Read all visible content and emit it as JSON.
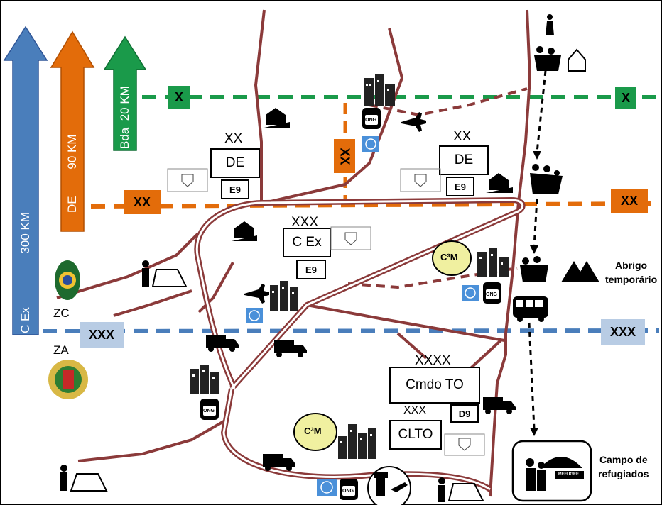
{
  "ranges": {
    "cex": {
      "label": "C Ex",
      "distance": "300 KM",
      "color": "#4a7ebb"
    },
    "de": {
      "label": "DE",
      "distance": "90 KM",
      "color": "#e36c0a"
    },
    "bda": {
      "label": "Bda",
      "distance": "20 KM",
      "color": "#1a9a4a"
    }
  },
  "boundaries": {
    "bda_tag": "X",
    "de_tag": "XX",
    "cex_tag": "XXX",
    "zc": "ZC",
    "za": "ZA"
  },
  "units": {
    "de_left": {
      "echelon": "XX",
      "name": "DE",
      "support": "E9"
    },
    "de_right": {
      "echelon": "XX",
      "name": "DE",
      "support": "E9"
    },
    "cex": {
      "echelon": "XXX",
      "name": "C Ex",
      "support": "E9"
    },
    "cmdo_to": {
      "echelon": "XXXX",
      "name": "Cmdo TO",
      "support": "D9"
    },
    "clto": {
      "echelon": "XXX",
      "name": "CLTO"
    }
  },
  "c3m": "C³M",
  "ong": "ONG",
  "shelter": "Abrigo\ntemporário",
  "camp": "Campo de\nrefugiados",
  "refugee_sign": "REFUGEE",
  "colors": {
    "road": "#8b3a3a",
    "green": "#1a9a4a",
    "orange": "#e36c0a",
    "blue": "#4a7ebb",
    "c3m": "#f0f0a0",
    "box_blue": "#b8cce4"
  }
}
